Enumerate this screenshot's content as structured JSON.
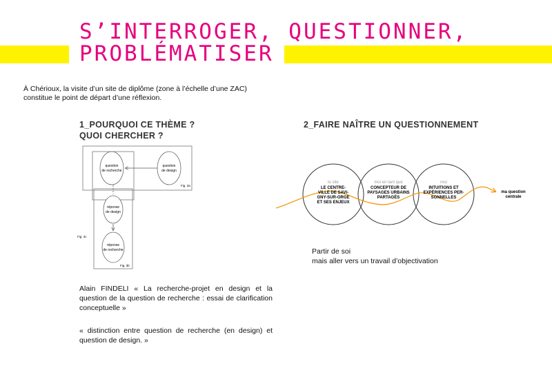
{
  "title": {
    "line1": "S’INTERROGER, QUESTIONNER,",
    "line2": "PROBLÉMATISER"
  },
  "intro": {
    "line1": "À Chérioux, la visite d’un site de diplôme (zone à l’échelle d’une ZAC)",
    "line2": "constitue le point de départ d’une réflexion."
  },
  "section1": {
    "heading_line1": "1_POURQUOI CE THÈME ?",
    "heading_line2": "QUOI CHERCHER ?",
    "diagram": {
      "node_research": [
        "question",
        "de recherche"
      ],
      "node_design": [
        "question",
        "de design"
      ],
      "node_answer_design": [
        "réponse",
        "de design"
      ],
      "node_answer_research": [
        "réponse",
        "de recherche"
      ],
      "fig_3a": "Fig. 3a",
      "fig_3b": "Fig. 3b",
      "fig_3c": "Fig. 3c"
    },
    "quote1": "Alain FINDELI « La recherche-projet en design et la question de la question de recherche : essai de clarification conceptuelle »",
    "quote2": "« distinction entre question de recherche (en design) et question de design. »"
  },
  "section2": {
    "heading": "2_FAIRE NAÎTRE UN QUESTIONNEMENT",
    "venn": {
      "circle1_small": "le site",
      "circle1_main": [
        "LE CENTRE-",
        "VILLE DE SAVI-",
        "GNY-SUR-ORGE",
        "ET SES ENJEUX"
      ],
      "circle2_small": "moi en tant que",
      "circle2_main": [
        "CONCEPTEUR DE",
        "PAYSAGES URBAINS",
        "PARTAGÉS"
      ],
      "circle3_small": "moi",
      "circle3_main": [
        "INTUITIONS ET",
        "EXPÉRIENCES PER-",
        "SONNELLES"
      ],
      "outcome": [
        "ma question",
        "centrale"
      ]
    },
    "caption_line1": "Partir de soi",
    "caption_line2": "mais aller vers un travail d’objectivation"
  },
  "colors": {
    "accent": "#e6007e",
    "highlight": "#fff200",
    "curve": "#f39200"
  }
}
